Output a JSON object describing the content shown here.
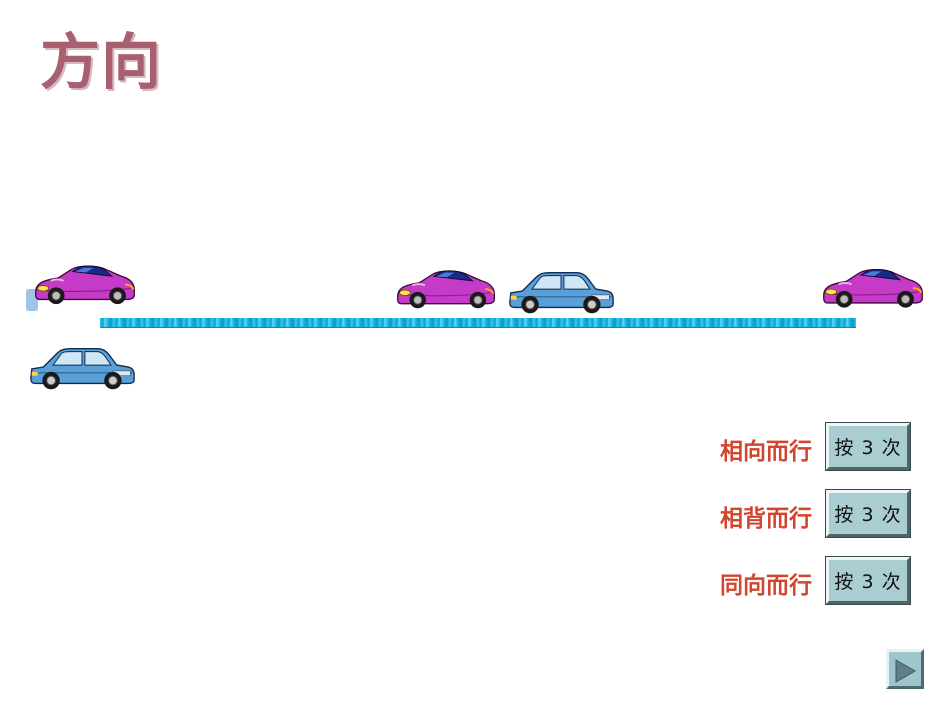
{
  "slide": {
    "title": "方向"
  },
  "cars": [
    {
      "kind": "sports-car",
      "color": "#c63ac8"
    },
    {
      "kind": "sedan",
      "color": "#5aa0d8"
    }
  ],
  "colors": {
    "title": "#a86070",
    "label": "#d2452e",
    "road": "#1ab0e0",
    "button_face": "#a9cdd0"
  },
  "controls": [
    {
      "label": "相向而行",
      "button": "按 3 次"
    },
    {
      "label": "相背而行",
      "button": "按 3 次"
    },
    {
      "label": "同向而行",
      "button": "按 3 次"
    }
  ],
  "navigation": {
    "next_icon": "play-triangle-icon"
  }
}
